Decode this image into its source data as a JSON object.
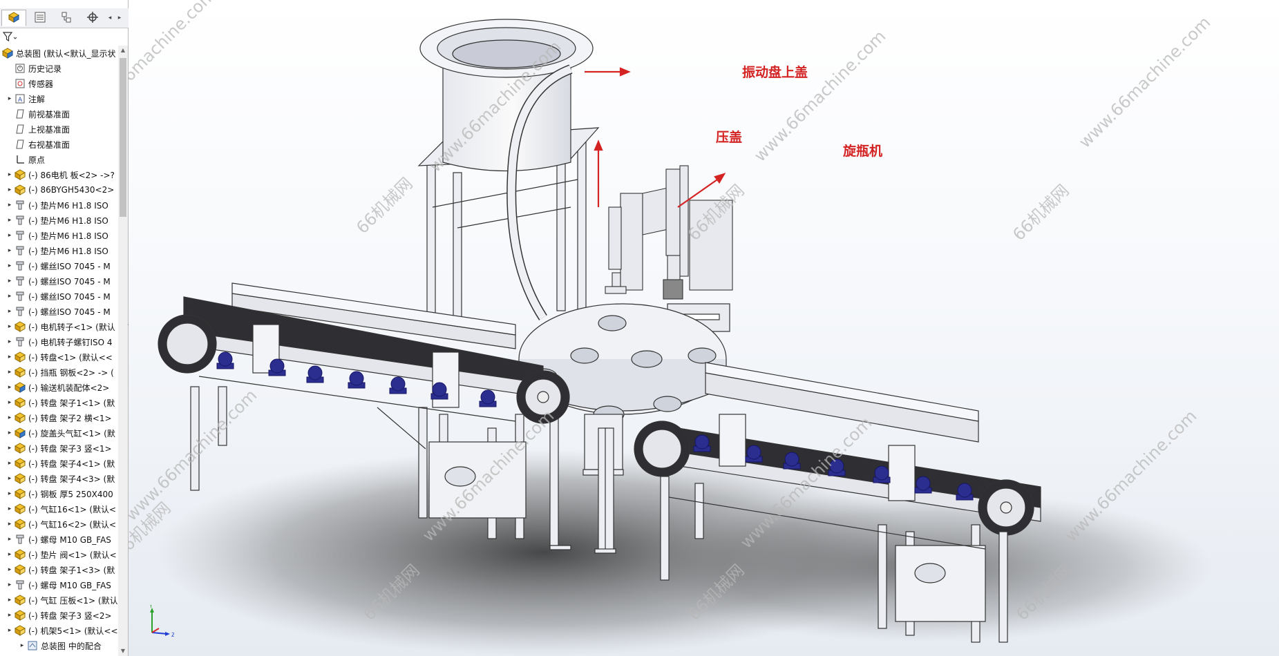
{
  "tree": {
    "root": {
      "label": "总装图  (默认<默认_显示状",
      "icon": "assembly-icon"
    },
    "items": [
      {
        "label": "历史记录",
        "icon": "history-icon",
        "expander": ""
      },
      {
        "label": "传感器",
        "icon": "sensor-icon",
        "expander": ""
      },
      {
        "label": "注解",
        "icon": "annotation-icon",
        "expander": "▸"
      },
      {
        "label": "前视基准面",
        "icon": "plane-icon",
        "expander": ""
      },
      {
        "label": "上视基准面",
        "icon": "plane-icon",
        "expander": ""
      },
      {
        "label": "右视基准面",
        "icon": "plane-icon",
        "expander": ""
      },
      {
        "label": "原点",
        "icon": "origin-icon",
        "expander": ""
      },
      {
        "label": "(-) 86电机 板<2> ->?",
        "icon": "assembly-part-icon",
        "expander": "▸"
      },
      {
        "label": "(-) 86BYGH5430<2>",
        "icon": "assembly-part-icon",
        "expander": "▸"
      },
      {
        "label": "(-) 垫片M6 H1.8 ISO",
        "icon": "screw-icon",
        "expander": "▸"
      },
      {
        "label": "(-) 垫片M6 H1.8 ISO",
        "icon": "screw-icon",
        "expander": "▸"
      },
      {
        "label": "(-) 垫片M6 H1.8 ISO",
        "icon": "screw-icon",
        "expander": "▸"
      },
      {
        "label": "(-) 垫片M6 H1.8 ISO",
        "icon": "screw-icon",
        "expander": "▸"
      },
      {
        "label": "(-) 螺丝ISO 7045 - M",
        "icon": "screw-icon",
        "expander": "▸"
      },
      {
        "label": "(-) 螺丝ISO 7045 - M",
        "icon": "screw-icon",
        "expander": "▸"
      },
      {
        "label": "(-) 螺丝ISO 7045 - M",
        "icon": "screw-icon",
        "expander": "▸"
      },
      {
        "label": "(-) 螺丝ISO 7045 - M",
        "icon": "screw-icon",
        "expander": "▸"
      },
      {
        "label": "(-) 电机转子<1> (默认",
        "icon": "assembly-part-icon",
        "expander": "▸"
      },
      {
        "label": "(-) 电机转子螺钉ISO 4",
        "icon": "screw-icon",
        "expander": "▸"
      },
      {
        "label": "(-) 转盘<1> (默认<<",
        "icon": "assembly-part-icon",
        "expander": "▸"
      },
      {
        "label": "(-) 挡瓶 钢板<2> -> (",
        "icon": "assembly-part-icon",
        "expander": "▸"
      },
      {
        "label": "(-) 输送机装配体<2>",
        "icon": "subassembly-icon",
        "expander": "▸"
      },
      {
        "label": "(-) 转盘 架子1<1> (默",
        "icon": "assembly-part-icon",
        "expander": "▸"
      },
      {
        "label": "(-) 转盘 架子2 横<1>",
        "icon": "assembly-part-icon",
        "expander": "▸"
      },
      {
        "label": "(-) 旋盖头气缸<1> (默",
        "icon": "subassembly-icon",
        "expander": "▸"
      },
      {
        "label": "(-) 转盘 架子3 竖<1>",
        "icon": "assembly-part-icon",
        "expander": "▸"
      },
      {
        "label": "(-) 转盘 架子4<1> (默",
        "icon": "assembly-part-icon",
        "expander": "▸"
      },
      {
        "label": "(-) 转盘 架子4<3> (默",
        "icon": "assembly-part-icon",
        "expander": "▸"
      },
      {
        "label": "(-) 钢板 厚5 250X400",
        "icon": "assembly-part-icon",
        "expander": "▸"
      },
      {
        "label": "(-) 气缸16<1> (默认<",
        "icon": "assembly-part-icon",
        "expander": "▸"
      },
      {
        "label": "(-) 气缸16<2> (默认<",
        "icon": "assembly-part-icon",
        "expander": "▸"
      },
      {
        "label": "(-) 螺母 M10 GB_FAS",
        "icon": "screw-icon",
        "expander": "▸"
      },
      {
        "label": "(-) 垫片 阀<1> (默认<",
        "icon": "assembly-part-icon",
        "expander": "▸"
      },
      {
        "label": "(-) 转盘 架子1<3> (默",
        "icon": "assembly-part-icon",
        "expander": "▸"
      },
      {
        "label": "(-) 螺母 M10 GB_FAS",
        "icon": "screw-icon",
        "expander": "▸"
      },
      {
        "label": "(-) 气缸 压板<1> (默认",
        "icon": "assembly-part-icon",
        "expander": "▸"
      },
      {
        "label": "(-) 转盘 架子3 竖<2>",
        "icon": "assembly-part-icon",
        "expander": "▸"
      },
      {
        "label": "(-) 机架5<1> (默认<<",
        "icon": "assembly-part-icon",
        "expander": "▸"
      }
    ],
    "mates": {
      "label": "总装图 中的配合",
      "icon": "mates-icon",
      "expander": "▸"
    }
  },
  "toolbar": {
    "tabs": [
      "feature-manager-tab",
      "property-manager-tab",
      "configuration-manager-tab",
      "dimxpert-tab"
    ],
    "more": "◂▸"
  },
  "callouts": {
    "bowl_cover": "振动盘上盖",
    "press_cap": "压盖",
    "screw_cap": "旋瓶机"
  },
  "watermarks": [
    "www.66machine.com",
    "66机械网",
    "www.66machine.com",
    "66机械网",
    "www.66machine.com",
    "66机械网",
    "www.66machine.com",
    "66机械网",
    "www.66machine.com",
    "66机械网",
    "www.66machine.com",
    "66机械网",
    "www.66machine.com",
    "www.66machine.com",
    "66机械网"
  ],
  "colors": {
    "callout": "#d42323",
    "belt": "#2f2f33",
    "roller": "#2b2e8f",
    "frame": "#e4e6ec"
  }
}
